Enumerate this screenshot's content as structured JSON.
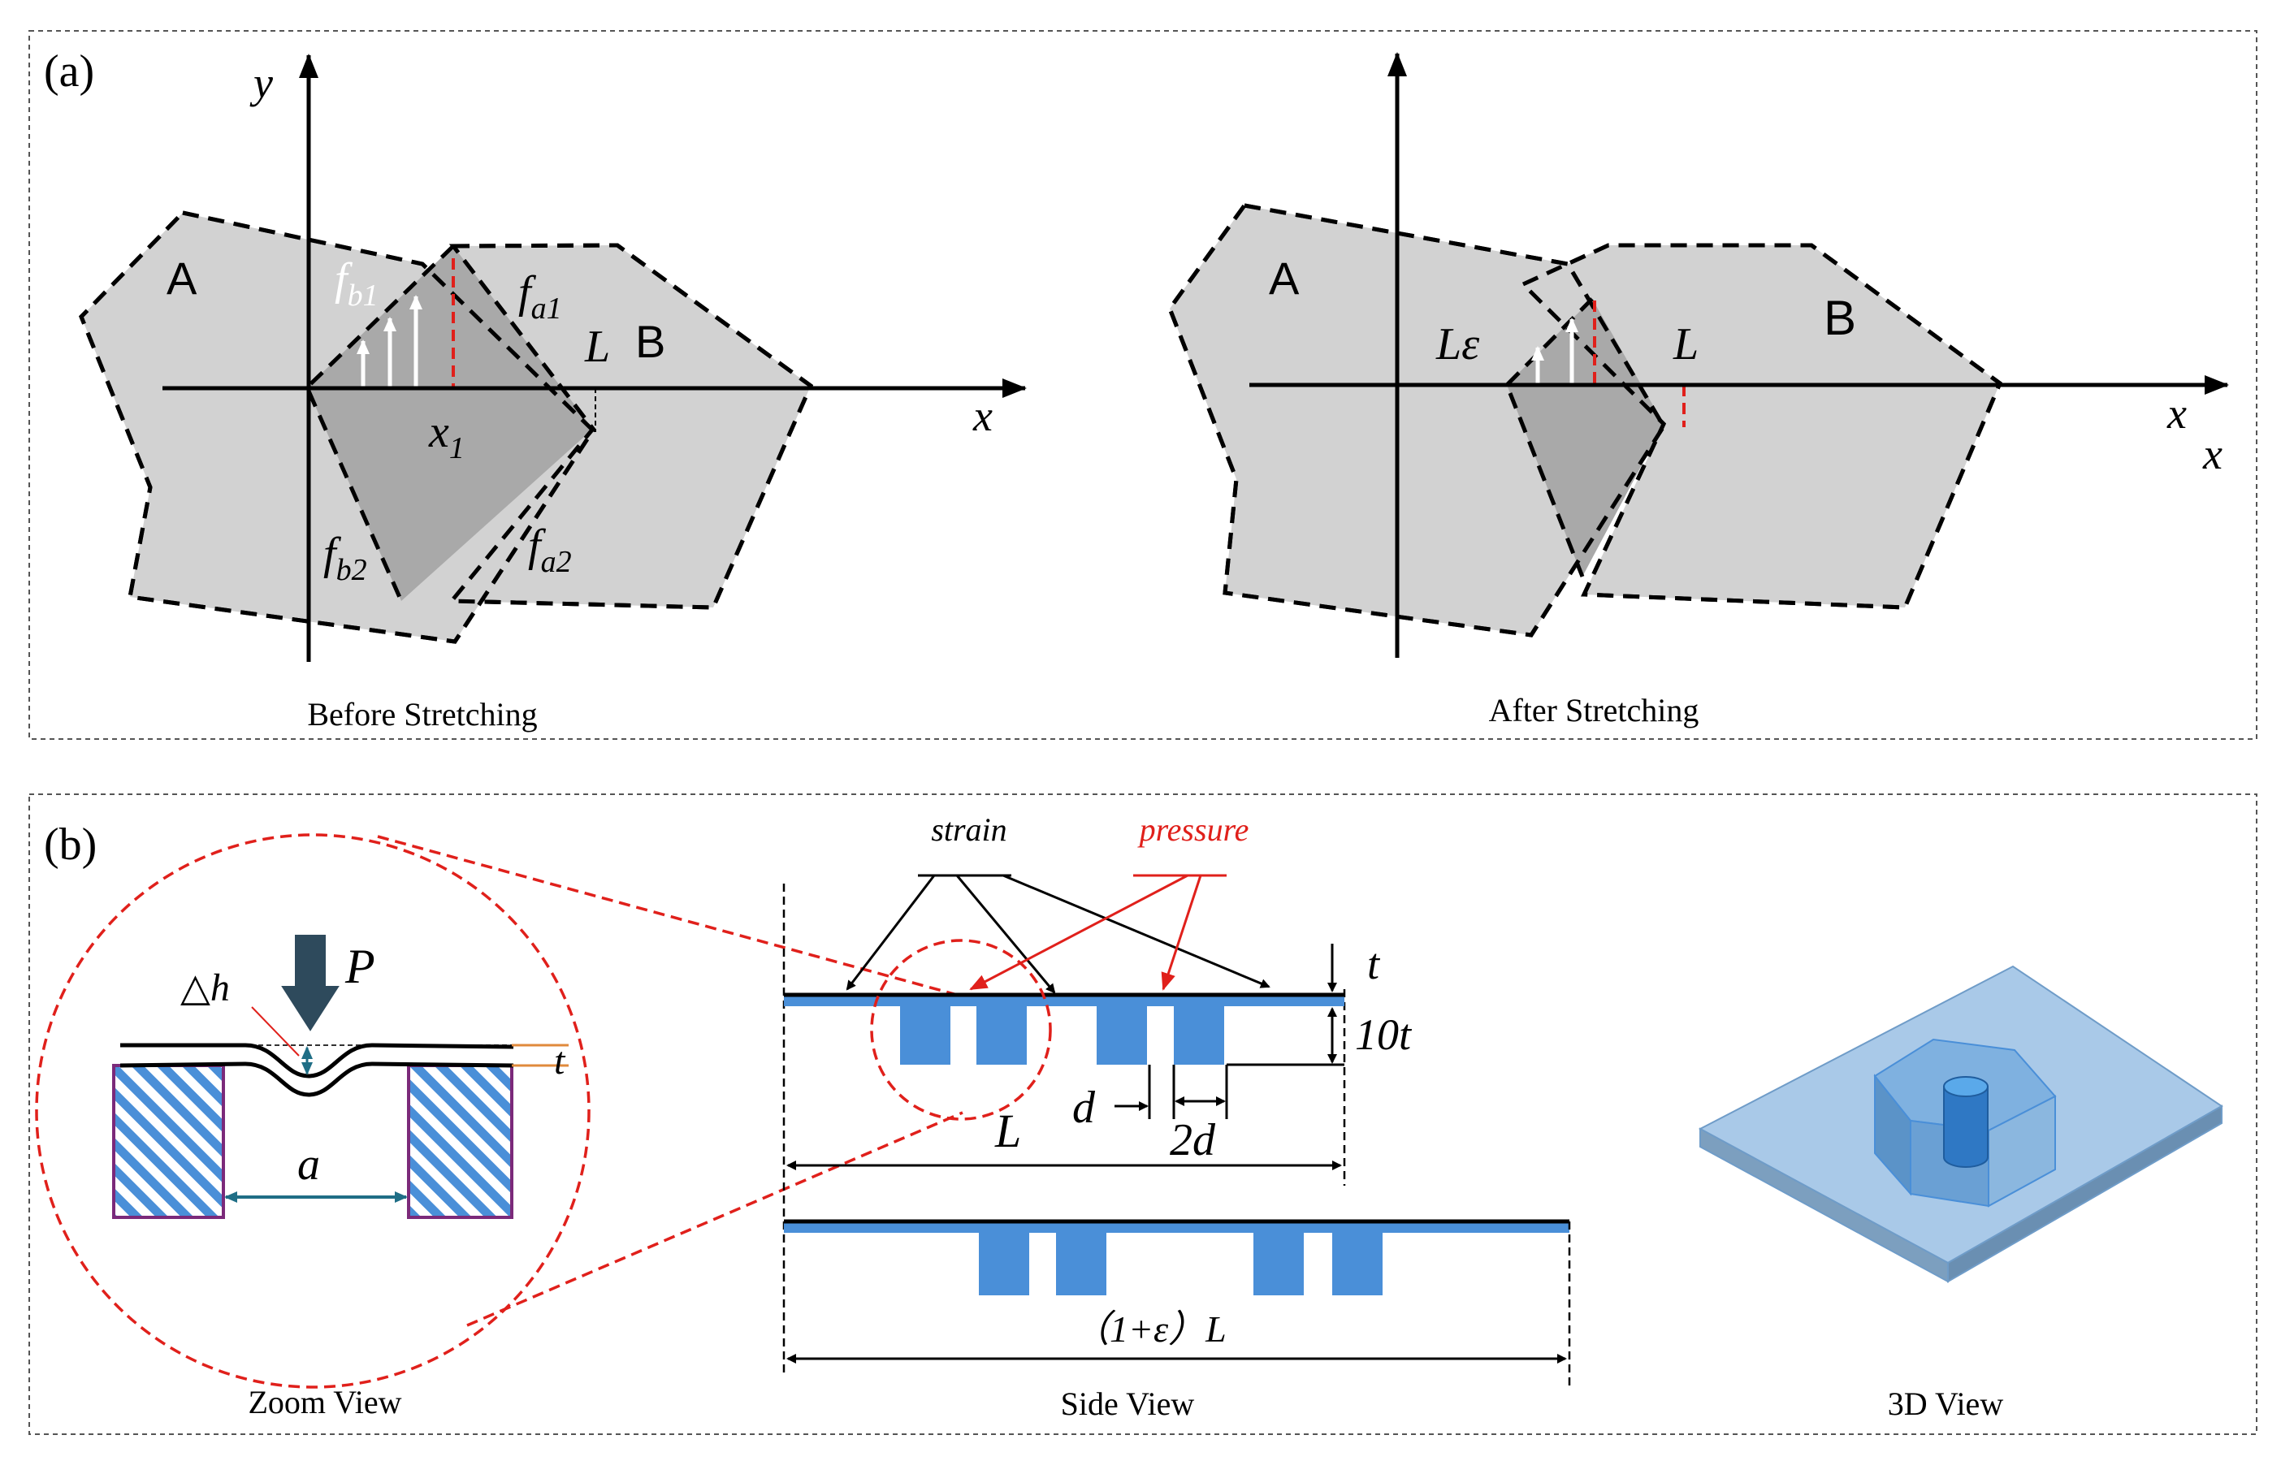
{
  "panel_a": {
    "label": "(a)",
    "before": {
      "caption": "Before Stretching",
      "y_axis": "y",
      "x_axis": "x",
      "region_a": "A",
      "region_b": "B",
      "fb1_main": "f",
      "fb1_sub": "b1",
      "fa1_main": "f",
      "fa1_sub": "a1",
      "fb2_main": "f",
      "fb2_sub": "b2",
      "fa2_main": "f",
      "fa2_sub": "a2",
      "x1_main": "x",
      "x1_sub": "1",
      "length": "L"
    },
    "after": {
      "caption": "After Stretching",
      "x_axis_1": "x",
      "x_axis_2": "x",
      "region_a": "A",
      "region_b": "B",
      "l_epsilon": "Lε",
      "length": "L"
    }
  },
  "panel_b": {
    "label": "(b)",
    "zoom": {
      "caption": "Zoom View",
      "delta_h": "△h",
      "pressure": "P",
      "thickness": "t",
      "gap": "a"
    },
    "side": {
      "caption": "Side View",
      "strain": "strain",
      "pressure": "pressure",
      "thickness": "t",
      "height": "10t",
      "length": "L",
      "pillar_width": "d",
      "pillar_gap": "2d",
      "stretched_length": "（1+ε）L"
    },
    "three_d": {
      "caption": "3D View"
    }
  },
  "colors": {
    "gray_light": "#d2d2d2",
    "gray_dark": "#a9a9a9",
    "blue": "#4a8fd8",
    "red": "#e0201b",
    "teal": "#1f6e86",
    "orange": "#e08a3c",
    "purple": "#7b2a7a"
  }
}
